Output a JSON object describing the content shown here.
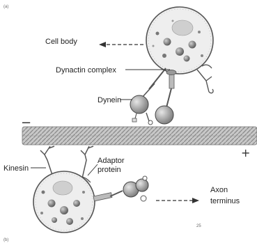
{
  "corner_top_label": "(a)",
  "corner_bottom_label": "(b)",
  "labels": {
    "cell_body": "Cell body",
    "dynactin_complex": "Dynactin complex",
    "dynein": "Dynein",
    "kinesin": "Kinesin",
    "adaptor_line1": "Adaptor",
    "adaptor_line2": "protein",
    "axon_line1": "Axon",
    "axon_line2": "terminus",
    "minus_end": "−",
    "plus_end": "+",
    "page_mark": "25"
  },
  "colors": {
    "vesicle_fill": "#eeeeee",
    "dot_fill": "#8a8a8a",
    "microtubule": "#bdbdbd",
    "motor_head": "#9c9c9c"
  }
}
